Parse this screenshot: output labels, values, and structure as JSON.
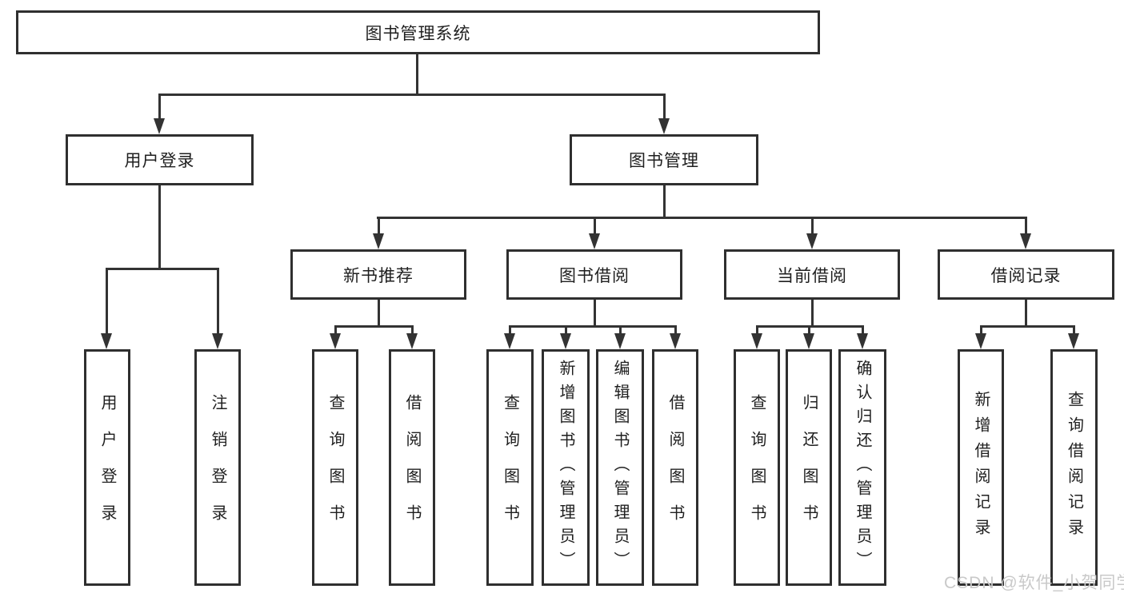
{
  "nodes": {
    "root": "图书管理系统",
    "level2": {
      "user_login": "用户登录",
      "book_mgmt": "图书管理"
    },
    "level3": {
      "new_book": "新书推荐",
      "book_borrow": "图书借阅",
      "current_borrow": "当前借阅",
      "borrow_records": "借阅记录"
    },
    "leaves": {
      "login": [
        "用户登录",
        "注销登录"
      ],
      "new_book": [
        "查询图书",
        "借阅图书"
      ],
      "book_borrow": [
        "查询图书",
        "新增图书（管理员）",
        "编辑图书（管理员）",
        "借阅图书"
      ],
      "current_borrow": [
        "查询图书",
        "归还图书",
        "确认归还（管理员）"
      ],
      "borrow_records": [
        "新增借阅记录",
        "查询借阅记录"
      ]
    }
  },
  "watermark": "CSDN @软件_小贺同学",
  "colors": {
    "line": "#333333",
    "border": "#2f2f2f",
    "text": "#1f1f1f",
    "watermark": "#c9c9c9",
    "background": "#ffffff"
  }
}
